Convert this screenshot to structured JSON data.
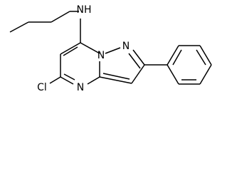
{
  "molecule": {
    "atoms": {
      "nh": "NH",
      "n_bridge": "N",
      "n_pyrazole": "N",
      "n_ring": "N",
      "cl": "Cl"
    },
    "colors": {
      "ink": "#000000",
      "background": "#ffffff"
    }
  }
}
